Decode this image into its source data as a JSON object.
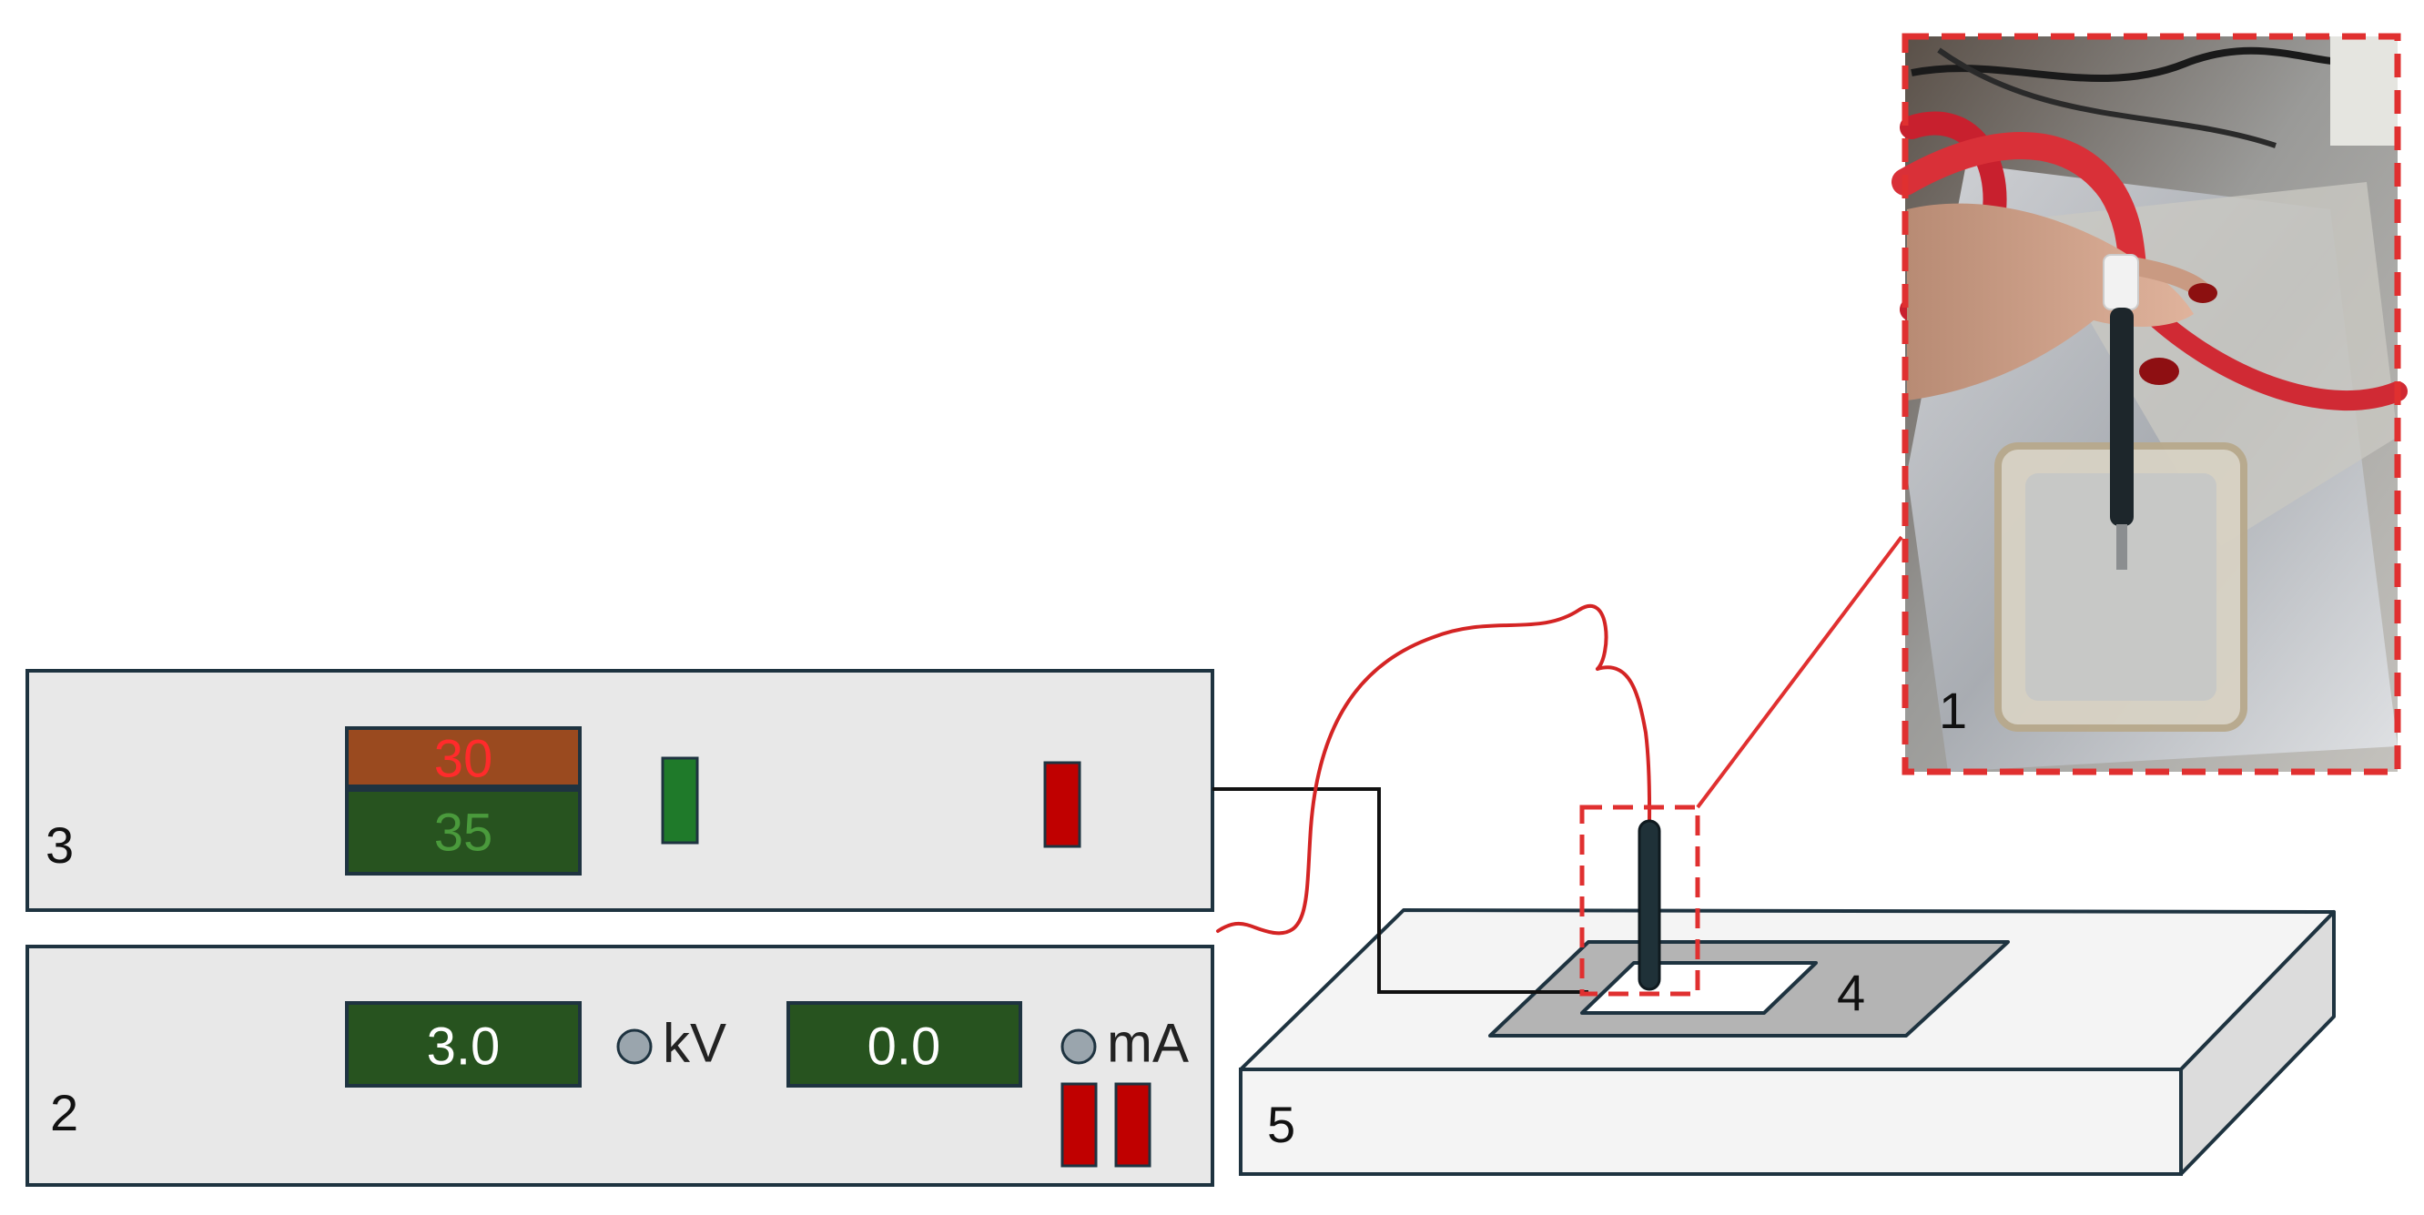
{
  "labels": {
    "photo": "1",
    "power_supply": "2",
    "controller": "3",
    "electrode_frame": "4",
    "base": "5"
  },
  "controller": {
    "display_top": "30",
    "display_bottom": "35"
  },
  "power_supply": {
    "voltage_value": "3.0",
    "voltage_unit": "kV",
    "current_value": "0.0",
    "current_unit": "mA"
  },
  "colors": {
    "panel_fill": "#e8e8e8",
    "panel_stroke": "#1e3340",
    "display_green": "#27531f",
    "display_brown": "#9a4a1f",
    "indicator_red": "#c00000",
    "indicator_green": "#1f7a2a",
    "lead_red": "#d42424",
    "callout_red": "#e03030"
  }
}
